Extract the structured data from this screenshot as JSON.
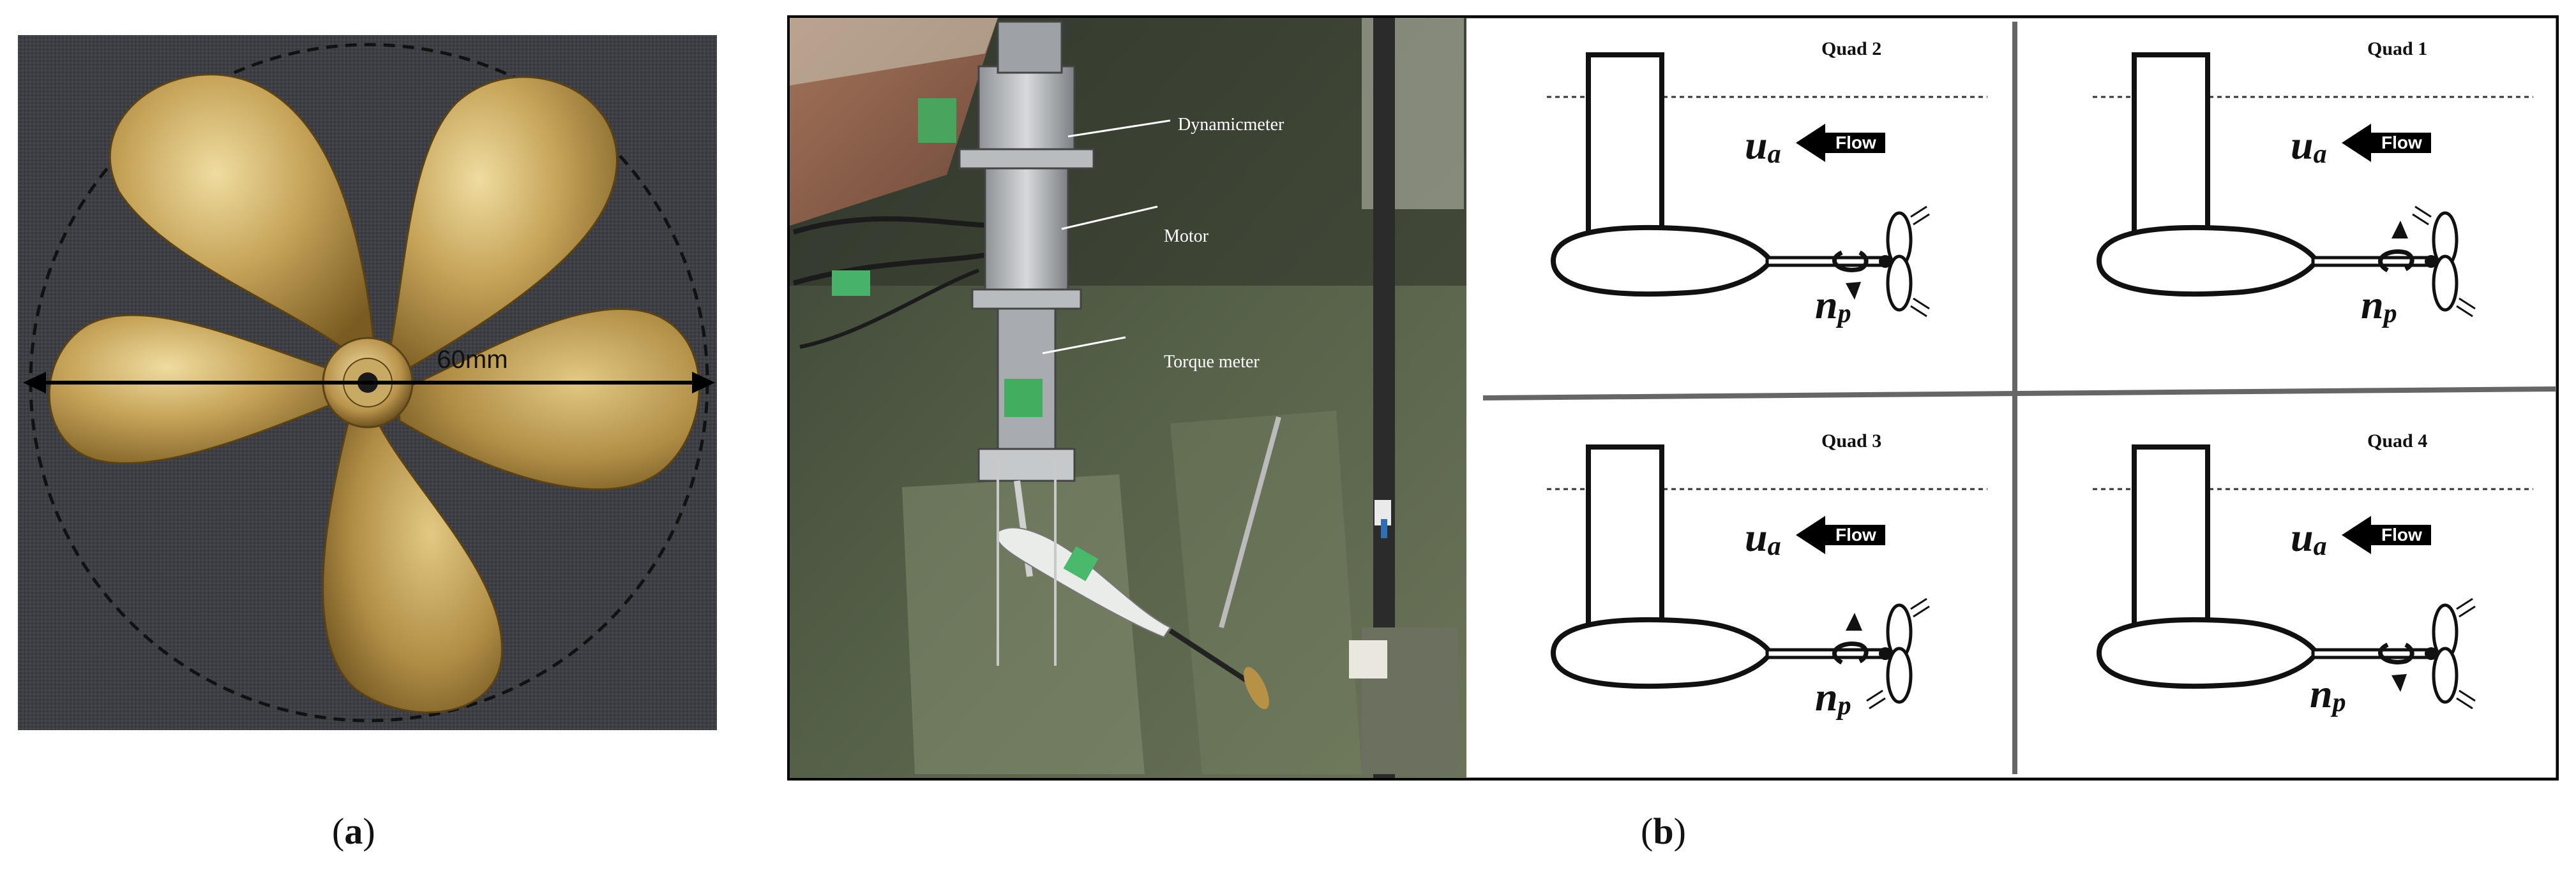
{
  "panel_a": {
    "dimension_label": "60mm",
    "caption_open": "(",
    "caption_letter": "a",
    "caption_close": ")"
  },
  "panel_b": {
    "caption_open": "(",
    "caption_letter": "b",
    "caption_close": ")",
    "photo_labels": {
      "dynamometer": "Dynamicmeter",
      "motor": "Motor",
      "torque_meter": "Torque meter"
    },
    "quadrants": [
      {
        "title": "Quad 2",
        "flow": "Flow",
        "ua_main": "u",
        "ua_sub": "a",
        "np_main": "n",
        "np_sub": "p"
      },
      {
        "title": "Quad 1",
        "flow": "Flow",
        "ua_main": "u",
        "ua_sub": "a",
        "np_main": "n",
        "np_sub": "p"
      },
      {
        "title": "Quad 3",
        "flow": "Flow",
        "ua_main": "u",
        "ua_sub": "a",
        "np_main": "n",
        "np_sub": "p"
      },
      {
        "title": "Quad 4",
        "flow": "Flow",
        "ua_main": "u",
        "ua_sub": "a",
        "np_main": "n",
        "np_sub": "p"
      }
    ]
  }
}
